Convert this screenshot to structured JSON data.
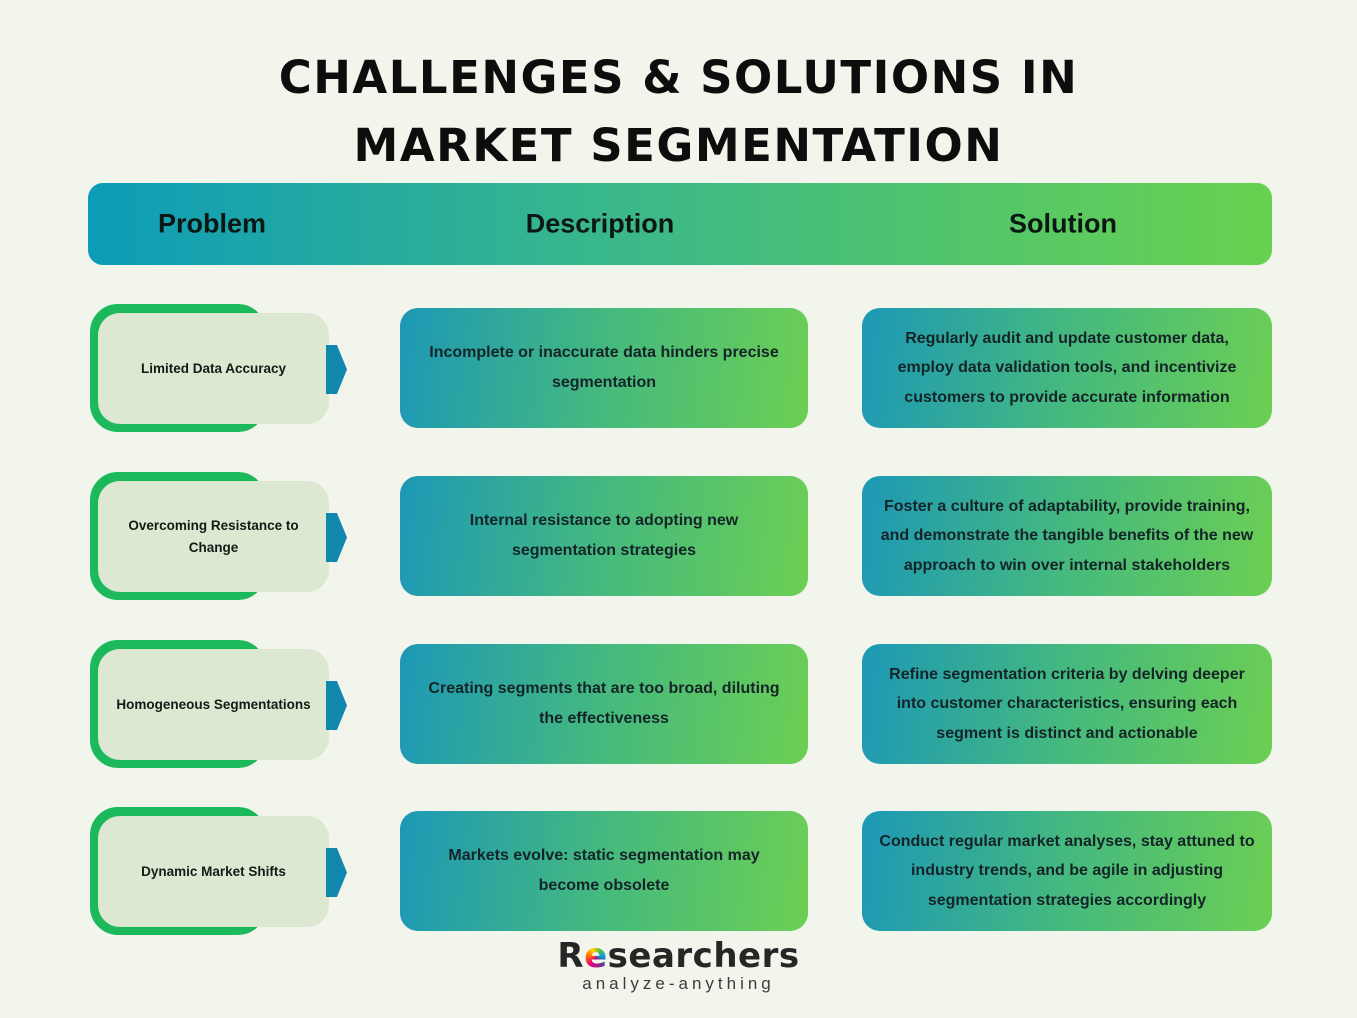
{
  "page": {
    "title_line1": "CHALLENGES & SOLUTIONS IN",
    "title_line2": "MARKET SEGMENTATION",
    "background_color": "#f2f5ec"
  },
  "header": {
    "columns": [
      "Problem",
      "Description",
      "Solution"
    ],
    "gradient_start": "#0d9cb8",
    "gradient_end": "#68d14f"
  },
  "rows": [
    {
      "problem": "Limited Data Accuracy",
      "description": "Incomplete or inaccurate data hinders precise segmentation",
      "solution": "Regularly audit and update customer data, employ data validation tools, and incentivize customers to provide accurate information"
    },
    {
      "problem": "Overcoming Resistance to Change",
      "description": "Internal resistance to adopting new segmentation strategies",
      "solution": "Foster a culture of adaptability, provide training, and demonstrate the tangible benefits of the new approach to win over internal stakeholders"
    },
    {
      "problem": "Homogeneous Segmentations",
      "description": "Creating segments that are too broad, diluting the effectiveness",
      "solution": "Refine segmentation criteria by delving deeper into customer characteristics, ensuring each segment is distinct and actionable"
    },
    {
      "problem": "Dynamic Market Shifts",
      "description": "Markets evolve: static segmentation may become obsolete",
      "solution": "Conduct regular market analyses, stay attuned to industry trends, and be agile in adjusting segmentation strategies accordingly"
    }
  ],
  "icons": {
    "problem_arrow": "arrow-right"
  },
  "colors": {
    "outline_green": "#1cb85c",
    "problem_fill": "#dde8d2",
    "arrow_teal": "#1287ad",
    "cell_gradient_start": "#1d98b6",
    "cell_gradient_end": "#6ccf53",
    "text_dark": "#142428"
  },
  "footer": {
    "brand_r": "R",
    "brand_e": "e",
    "brand_rest": "searchers",
    "tagline": "analyze-anything"
  }
}
